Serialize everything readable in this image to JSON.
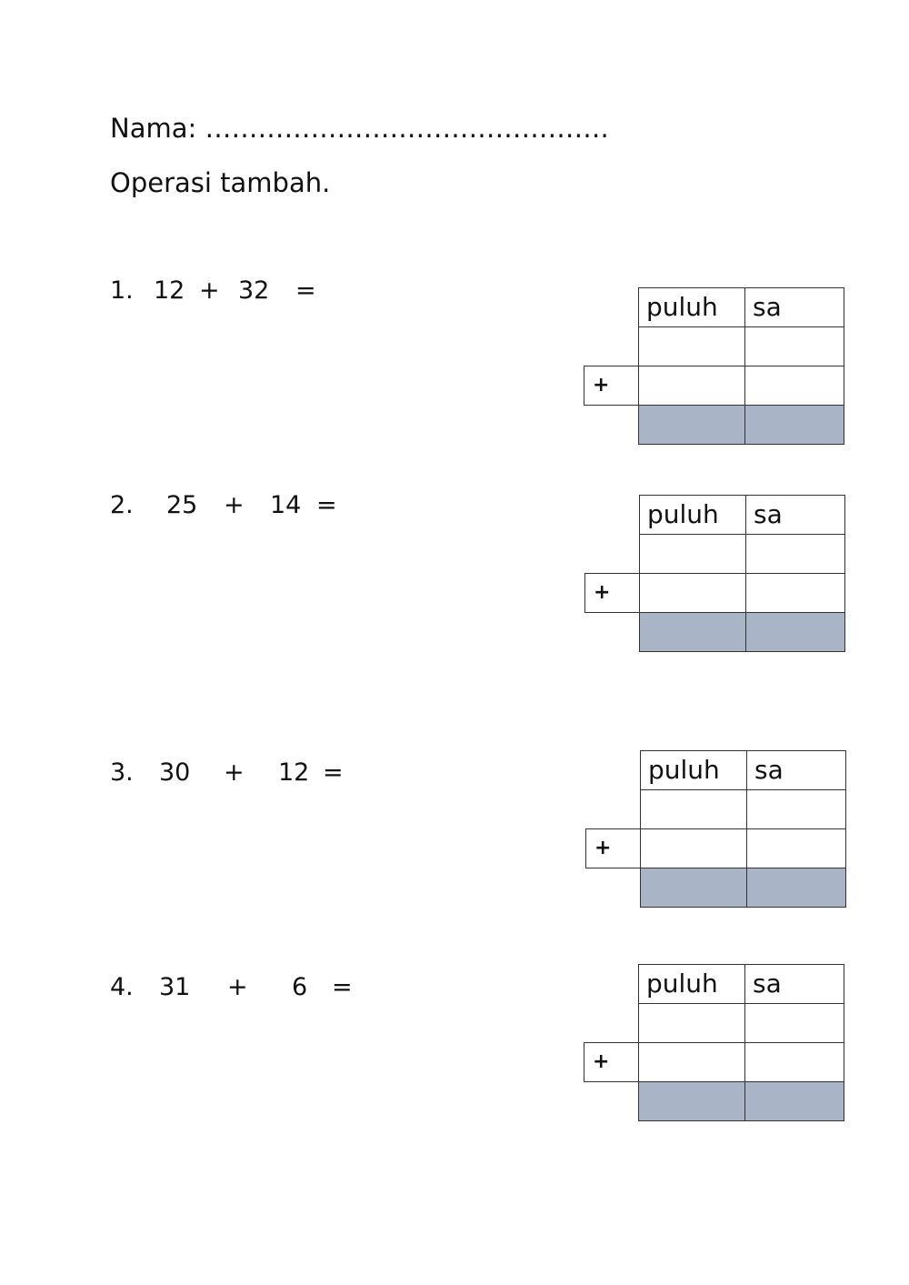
{
  "header": {
    "name_label": "Nama: ……………………………………….",
    "subtitle": "Operasi tambah."
  },
  "problems": [
    {
      "num": "1.",
      "a": "12",
      "op": "+",
      "b": "32",
      "eq": "="
    },
    {
      "num": "2.",
      "a": "25",
      "op": "+",
      "b": "14",
      "eq": "="
    },
    {
      "num": "3.",
      "a": "30",
      "op": "+",
      "b": "12",
      "eq": "="
    },
    {
      "num": "4.",
      "a": "31",
      "op": "+",
      "b": "6",
      "eq": "="
    }
  ],
  "grid": {
    "col_puluh": "puluh",
    "col_sa": "sa",
    "plus": "+",
    "shade_color": "#a9b5c6"
  }
}
